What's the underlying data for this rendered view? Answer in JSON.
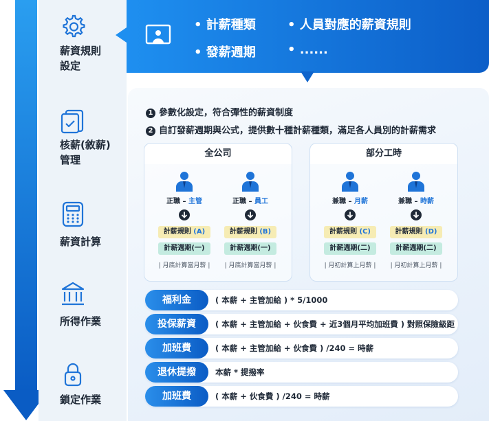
{
  "steps": [
    {
      "icon": "gear-icon",
      "label_lines": [
        "薪資規則",
        "設定"
      ]
    },
    {
      "icon": "clipboard-check-icon",
      "label_lines": [
        "核薪(敘薪)",
        "管理"
      ]
    },
    {
      "icon": "calculator-icon",
      "label_lines": [
        "薪資計算"
      ]
    },
    {
      "icon": "bank-icon",
      "label_lines": [
        "所得作業"
      ]
    },
    {
      "icon": "lock-icon",
      "label_lines": [
        "鎖定作業"
      ]
    }
  ],
  "banner": {
    "icon": "presenter-icon",
    "items": [
      "• 計薪種類",
      "• 人員對應的薪資規則",
      "• 發薪週期",
      "• ......"
    ]
  },
  "points": [
    {
      "num": "1",
      "text": "參數化設定，符合彈性的薪資制度"
    },
    {
      "num": "2",
      "text": "自訂發薪週期與公式，提供數十種計薪種類，滿足各人員別的計薪需求"
    }
  ],
  "groups": [
    {
      "title": "全公司",
      "columns": [
        {
          "role_prefix": "正職 – ",
          "role_highlight": "主管",
          "rule_prefix": "計薪規則 ",
          "rule_code": "(A)",
          "cycle": "計薪週期(一)",
          "note": "| 月底計算當月薪 |"
        },
        {
          "role_prefix": "正職 – ",
          "role_highlight": "員工",
          "rule_prefix": "計薪規則 ",
          "rule_code": "(B)",
          "cycle": "計薪週期(一)",
          "note": "| 月底計算當月薪 |"
        }
      ]
    },
    {
      "title": "部分工時",
      "columns": [
        {
          "role_prefix": "兼職 – ",
          "role_highlight": "月薪",
          "rule_prefix": "計薪規則 ",
          "rule_code": "(C)",
          "cycle": "計薪週期(二)",
          "note": "| 月初計算上月薪 |"
        },
        {
          "role_prefix": "兼職 – ",
          "role_highlight": "時薪",
          "rule_prefix": "計薪規則 ",
          "rule_code": "(D)",
          "cycle": "計薪週期(二)",
          "note": "| 月初計算上月薪 |"
        }
      ]
    }
  ],
  "formulas": [
    {
      "name": "福利金",
      "text": "( 本薪 + 主管加給 ) * 5/1000"
    },
    {
      "name": "投保薪資",
      "text": "( 本薪 + 主管加給 + 伙食費 + 近3個月平均加班費 ) 對照保險級距"
    },
    {
      "name": "加班費",
      "text": "( 本薪 + 主管加給 + 伙食費 ) /240 = 時薪"
    },
    {
      "name": "退休提撥",
      "text": "本薪 * 提撥率"
    },
    {
      "name": "加班費",
      "text": "( 本薪 + 伙食費 ) /240 = 時薪"
    }
  ],
  "colors": {
    "primary": "#0c5ec8",
    "accent": "#1e8ff0",
    "rule_chip": "#f6ecb4",
    "cycle_chip": "#c4ebe0",
    "highlight_text": "#1f74d8"
  }
}
